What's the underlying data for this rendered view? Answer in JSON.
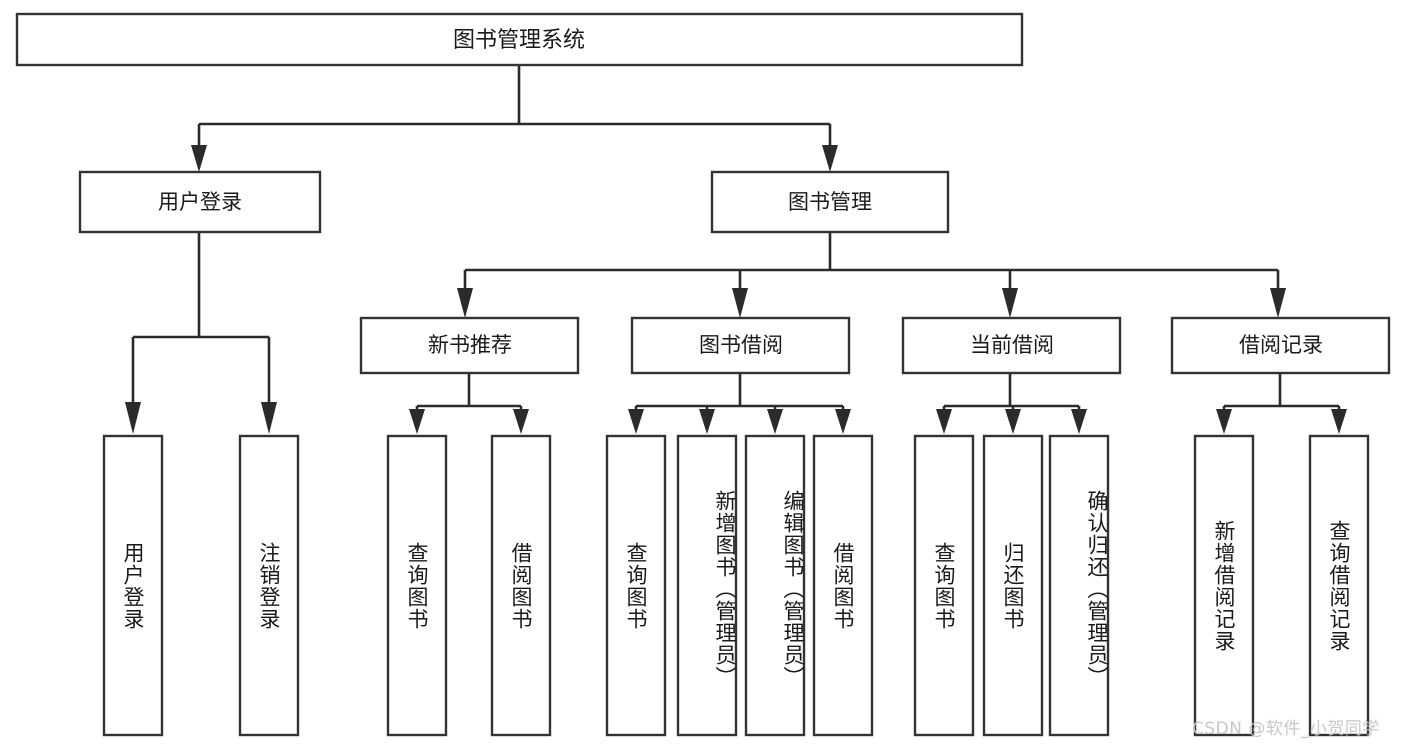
{
  "diagram": {
    "type": "tree-hierarchy",
    "title": "图书管理系统",
    "watermark": "CSDN @软件_小贺同学",
    "colors": {
      "box_stroke": "#333333",
      "box_fill": "#ffffff",
      "connector": "#2b2b2b",
      "text": "#1a1a1a",
      "watermark": "#c8c8c8",
      "background": "#ffffff"
    },
    "root": {
      "label": "图书管理系统"
    },
    "level2": [
      {
        "label": "用户登录"
      },
      {
        "label": "图书管理"
      }
    ],
    "level3": [
      {
        "label": "新书推荐"
      },
      {
        "label": "图书借阅"
      },
      {
        "label": "当前借阅"
      },
      {
        "label": "借阅记录"
      }
    ],
    "leaves": {
      "user_login": [
        {
          "label": "用户登录"
        },
        {
          "label": "注销登录"
        }
      ],
      "new_book_recommend": [
        {
          "label": "查询图书"
        },
        {
          "label": "借阅图书"
        }
      ],
      "book_borrow": [
        {
          "label": "查询图书"
        },
        {
          "label": "新增图书（管理员）"
        },
        {
          "label": "编辑图书（管理员）"
        },
        {
          "label": "借阅图书"
        }
      ],
      "current_borrow": [
        {
          "label": "查询图书"
        },
        {
          "label": "归还图书"
        },
        {
          "label": "确认归还（管理员）"
        }
      ],
      "borrow_record": [
        {
          "label": "新增借阅记录"
        },
        {
          "label": "查询借阅记录"
        }
      ]
    }
  }
}
